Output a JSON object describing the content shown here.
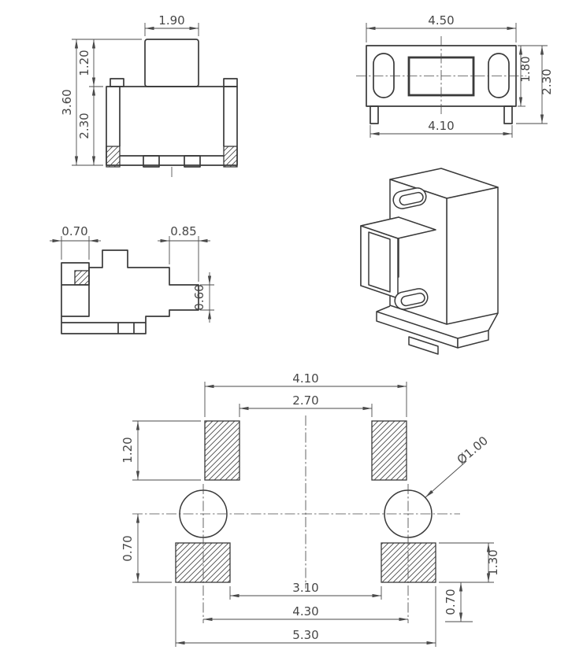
{
  "drawing": {
    "background": "#ffffff",
    "line_color": "#3a3a3a",
    "views": {
      "front": {
        "dims": {
          "knob_width": "1.90",
          "knob_height": "1.20",
          "overall_height": "3.60",
          "body_height": "2.30"
        }
      },
      "top": {
        "dims": {
          "overall_width": "4.50",
          "body_depth": "1.80",
          "overall_depth": "2.30",
          "lead_span": "4.10"
        }
      },
      "side": {
        "dims": {
          "foot_width": "0.70",
          "stem_protrusion": "0.85",
          "stem_height": "0.60"
        }
      },
      "footprint": {
        "dims": {
          "pad_span_outer_top": "4.10",
          "pad_span_inner_top": "2.70",
          "top_pad_height": "1.20",
          "center_to_pad": "0.70",
          "hole_diameter": "Ø1.00",
          "bottom_pad_height": "1.30",
          "pad_edge_offset": "0.70",
          "pad_span_inner_bottom": "3.10",
          "hole_pitch": "4.30",
          "pad_span_outer_bottom": "5.30"
        }
      }
    }
  }
}
